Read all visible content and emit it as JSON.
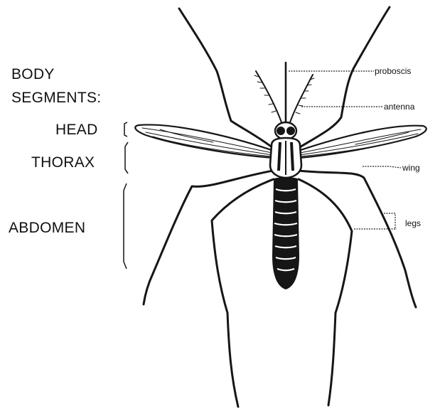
{
  "segments_heading": {
    "line1": "BODY",
    "line2": "SEGMENTS:"
  },
  "segments": [
    {
      "label": "HEAD"
    },
    {
      "label": "THORAX"
    },
    {
      "label": "ABDOMEN"
    }
  ],
  "parts": [
    {
      "label": "proboscis"
    },
    {
      "label": "antenna"
    },
    {
      "label": "wing"
    },
    {
      "label": "legs"
    }
  ],
  "colors": {
    "ink": "#161616",
    "background": "#ffffff"
  }
}
